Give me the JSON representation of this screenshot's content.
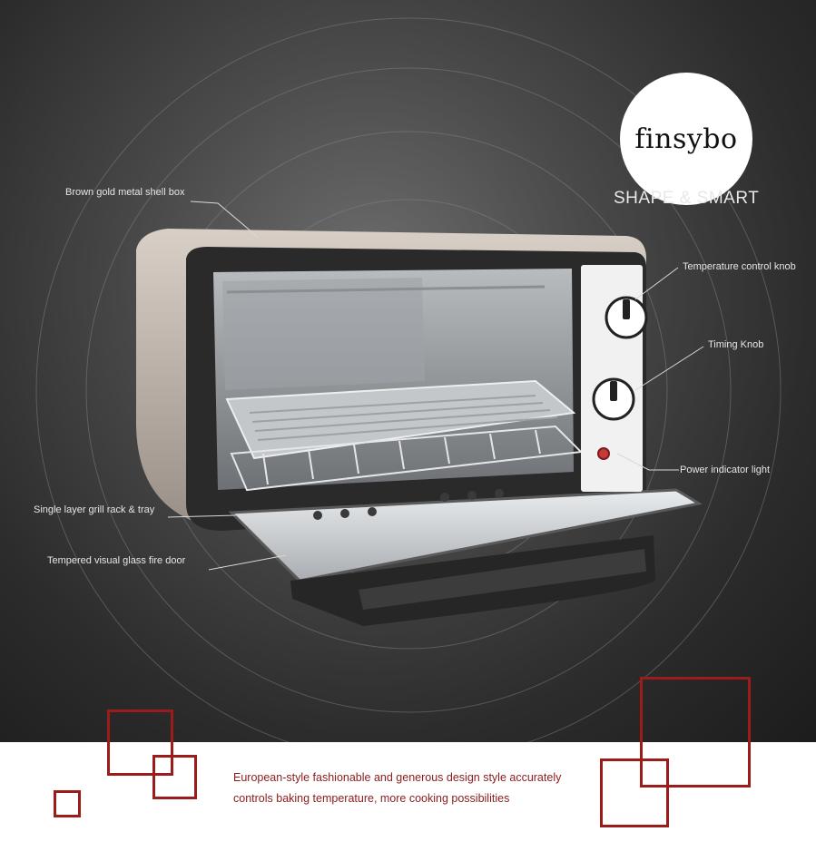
{
  "brand": {
    "logo": "finsybo",
    "tagline": "SHAPE & SMART"
  },
  "callouts": {
    "shell": "Brown gold metal shell box",
    "temperature_knob": "Temperature control knob",
    "timing_knob": "Timing Knob",
    "power_light": "Power indicator light",
    "grill_rack": "Single layer grill rack & tray",
    "glass_door": "Tempered visual glass fire door"
  },
  "description": {
    "line1": "European-style fashionable and generous design style accurately",
    "line2": "controls baking temperature, more cooking possibilities"
  },
  "colors": {
    "accent": "#9c1b1b",
    "background_dark": "#2c2c2c"
  }
}
